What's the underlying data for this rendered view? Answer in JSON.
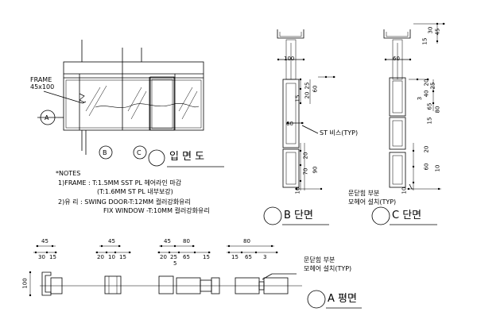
{
  "elevation": {
    "frame_label_1": "FRAME",
    "frame_label_2": "45x100",
    "marker_a": "A",
    "marker_b": "B",
    "marker_c": "C",
    "title": "입 면 도"
  },
  "notes": {
    "header": "*NOTES",
    "line1": "1)FRAME : T:1.5MM SST PL 헤어라인 마감",
    "line2": "(T:1.6MM ST PL 내부보강)",
    "line3": "2)유  리 : SWING DOOR-T:12MM 컬러강화유리",
    "line4": "FIX WINDOW -T:10MM 컬러강화유리"
  },
  "section_b": {
    "title": "B 단면",
    "label_st": "ST 비스(TYP)",
    "dims": [
      "100",
      "15",
      "25",
      "20",
      "60",
      "60",
      "20",
      "70",
      "90",
      "10"
    ]
  },
  "section_c": {
    "title": "C 단면",
    "label_1": "문닫힘 부분",
    "label_2": "모헤어 설치(TYP)",
    "dims": [
      "15",
      "30",
      "45",
      "60",
      "20",
      "40",
      "25",
      "3",
      "65",
      "15",
      "80",
      "20",
      "60",
      "10",
      "10"
    ]
  },
  "plan_a": {
    "title": "A 평면",
    "label_1": "문닫힘 부분",
    "label_2": "모헤어 설치(TYP)",
    "side_dim": "100",
    "g1_top": "45",
    "g1_a": "30",
    "g1_b": "15",
    "g2_top": "45",
    "g2_a": "20",
    "g2_b": "10",
    "g2_c": "15",
    "g3_top1": "45",
    "g3_top2": "80",
    "g3_a": "20",
    "g3_b": "25",
    "g3_c": "65",
    "g3_d": "15",
    "g3_e": "5",
    "g4_top": "80",
    "g4_a": "15",
    "g4_b": "65",
    "g4_c": "3"
  }
}
